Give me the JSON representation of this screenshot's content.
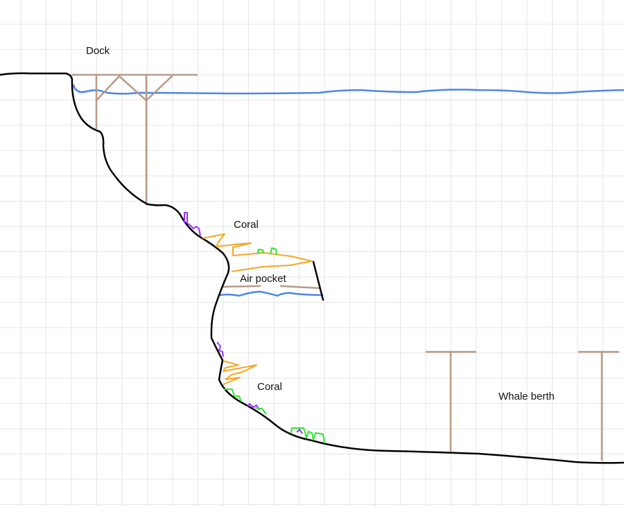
{
  "labels": {
    "dock": "Dock",
    "coral_top": "Coral",
    "air_pocket": "Air pocket",
    "coral_bottom": "Coral",
    "whale_berth": "Whale berth"
  },
  "colors": {
    "grid": "#e6e6e6",
    "terrain": "#000000",
    "water": "#4a86e8",
    "wood": "#b79a86",
    "coral_orange": "#f5a623",
    "coral_purple": "#9b30ff",
    "coral_green": "#2ee62e"
  }
}
